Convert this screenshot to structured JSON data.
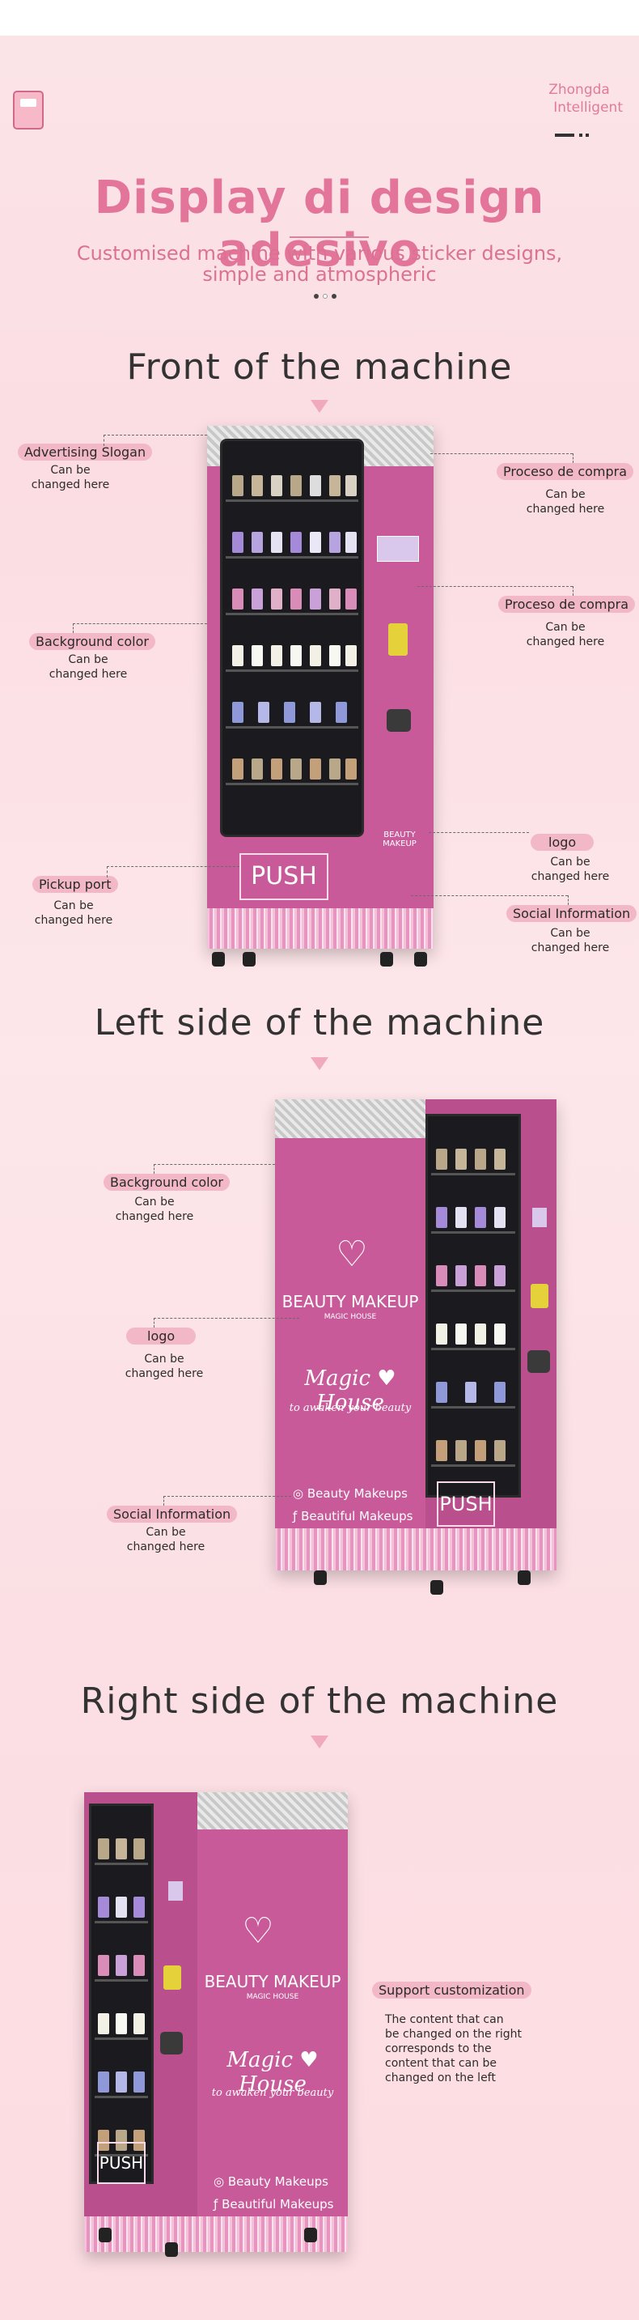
{
  "brand": {
    "line1": "Zhongda",
    "line2": "Intelligent"
  },
  "hero": {
    "title": "Display di design adesivo",
    "subtitle_line1": "Customised machine with various sticker designs,",
    "subtitle_line2": "simple and atmospheric"
  },
  "front": {
    "title": "Front of the machine",
    "callouts": {
      "advertising_slogan": "Advertising Slogan",
      "background_color": "Background color",
      "pickup_port": "Pickup port",
      "proceso_1": "Proceso de compra",
      "proceso_2": "Proceso de compra",
      "logo": "logo",
      "social": "Social Information"
    },
    "note_line1": "Can be",
    "note_line2": "changed here",
    "push_label": "PUSH",
    "brand_small": "BEAUTY MAKEUP"
  },
  "left": {
    "title": "Left side of the machine",
    "callouts": {
      "background_color": "Background color",
      "logo": "logo",
      "social": "Social Information"
    },
    "note_line1": "Can be",
    "note_line2": "changed here",
    "beauty_makeup": "BEAUTY MAKEUP",
    "magic_house_small": "MAGIC HOUSE",
    "script_title": "Magic ♥ House",
    "script_sub": "to awaken your beauty",
    "social_1": "Beauty Makeups",
    "social_2": "Beautiful Makeups",
    "push_label": "PUSH"
  },
  "right": {
    "title": "Right side of the machine",
    "support": "Support customization",
    "desc_lines": [
      "The content that can",
      "be changed on the right",
      "corresponds to the",
      "content that can be",
      "changed on the left"
    ],
    "beauty_makeup": "BEAUTY MAKEUP",
    "magic_house_small": "MAGIC HOUSE",
    "script_title": "Magic ♥ House",
    "script_sub": "to awaken your beauty",
    "social_1": "Beauty Makeups",
    "social_2": "Beautiful Makeups",
    "push_label": "PUSH"
  },
  "colors": {
    "accent_pink": "#e3759a",
    "machine_pink": "#c85a9a",
    "pill_bg": "#f2b8c7"
  },
  "icons": [
    "vending-machine-icon",
    "instagram-icon",
    "facebook-icon",
    "heart-wings-icon"
  ]
}
